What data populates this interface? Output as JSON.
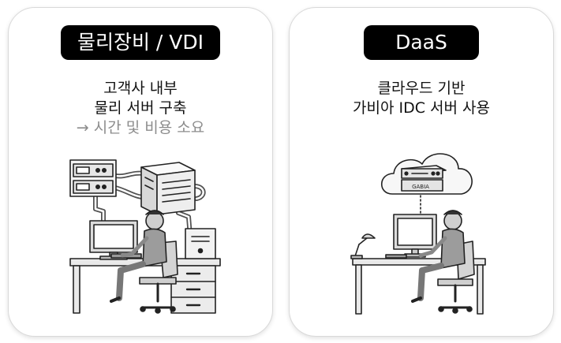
{
  "left_card": {
    "title": "물리장비 / VDI",
    "lines": [
      "고객사 내부",
      "물리 서버 구축"
    ],
    "note": "→ 시간 및 비용 소요"
  },
  "right_card": {
    "title": "DaaS",
    "lines": [
      "클라우드 기반",
      "가비아 IDC 서버 사용"
    ],
    "server_brand": "GABIA"
  }
}
